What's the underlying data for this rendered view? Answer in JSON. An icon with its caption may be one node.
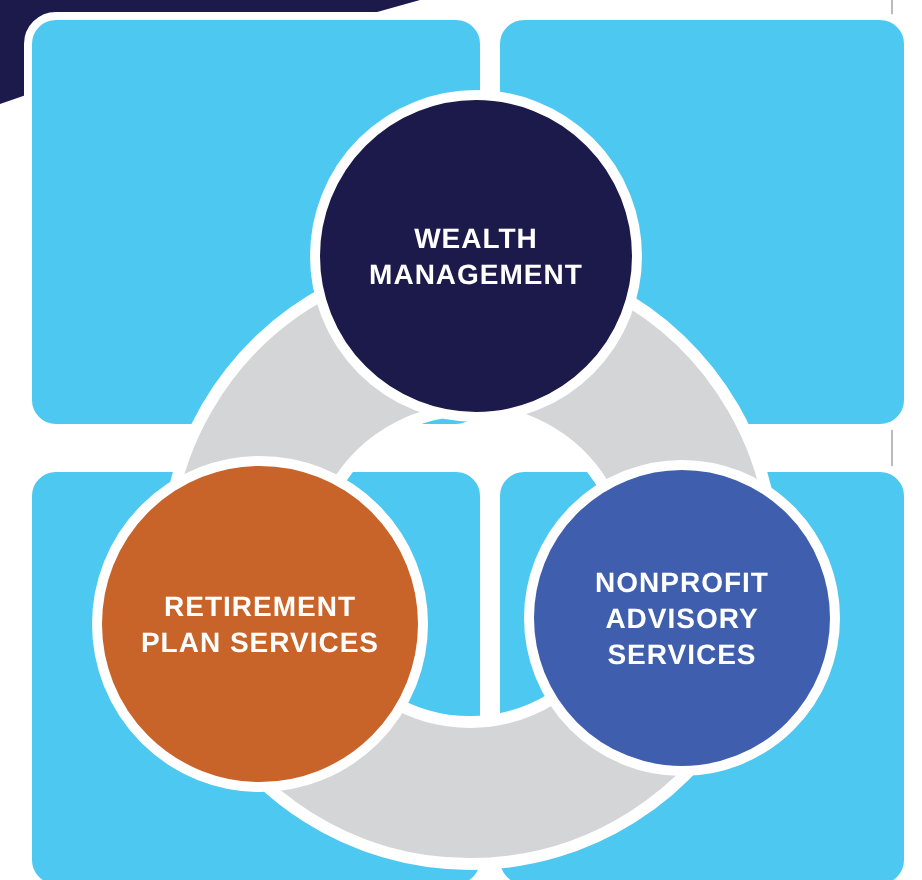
{
  "diagram": {
    "nodes": [
      {
        "text": [
          "WEALTH MANAGEMENT"
        ]
      },
      {
        "text": [
          "RETIREMENT PLAN SERVICES"
        ]
      },
      {
        "text": [
          "NONPROFIT ADVISORY SERVICES"
        ]
      }
    ]
  }
}
